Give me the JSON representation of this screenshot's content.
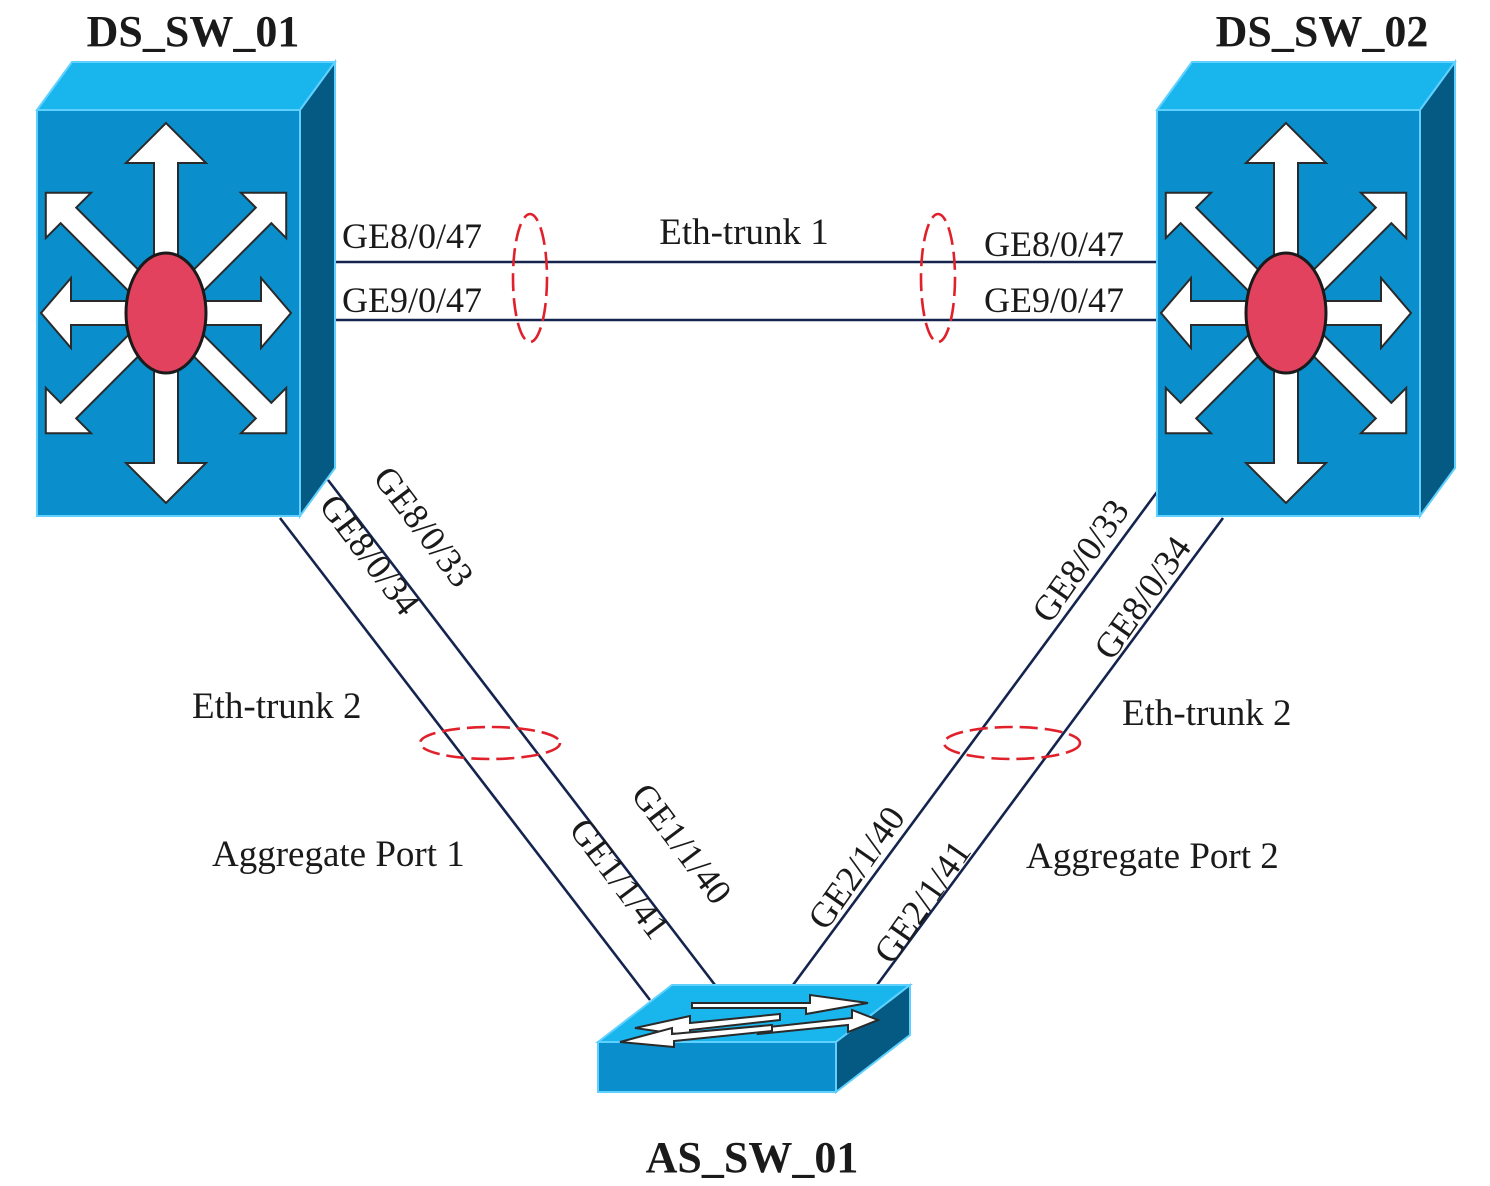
{
  "nodes": {
    "ds_sw_01": {
      "label": "DS_SW_01"
    },
    "ds_sw_02": {
      "label": "DS_SW_02"
    },
    "as_sw_01": {
      "label": "AS_SW_01"
    }
  },
  "trunk_top": {
    "label": "Eth-trunk 1",
    "left_ports": [
      "GE8/0/47",
      "GE9/0/47"
    ],
    "right_ports": [
      "GE8/0/47",
      "GE9/0/47"
    ]
  },
  "left_bundle": {
    "trunk_label": "Eth-trunk 2",
    "aggregate_label": "Aggregate Port 1",
    "upper_ports": [
      "GE8/0/33",
      "GE8/0/34"
    ],
    "lower_ports": [
      "GE1/1/40",
      "GE1/1/41"
    ]
  },
  "right_bundle": {
    "trunk_label": "Eth-trunk 2",
    "aggregate_label": "Aggregate Port 2",
    "upper_ports": [
      "GE8/0/33",
      "GE8/0/34"
    ],
    "lower_ports": [
      "GE2/1/40",
      "GE2/1/41"
    ]
  },
  "colors": {
    "switch_front": "#0a8fcc",
    "switch_top": "#19b6ee",
    "switch_side": "#045a82",
    "hub": "#e2425e",
    "link": "#14244e",
    "lag_ring": "#e0202a"
  },
  "icons": {
    "core_switch": "multilayer-switch-icon",
    "access_switch": "workgroup-switch-icon"
  }
}
